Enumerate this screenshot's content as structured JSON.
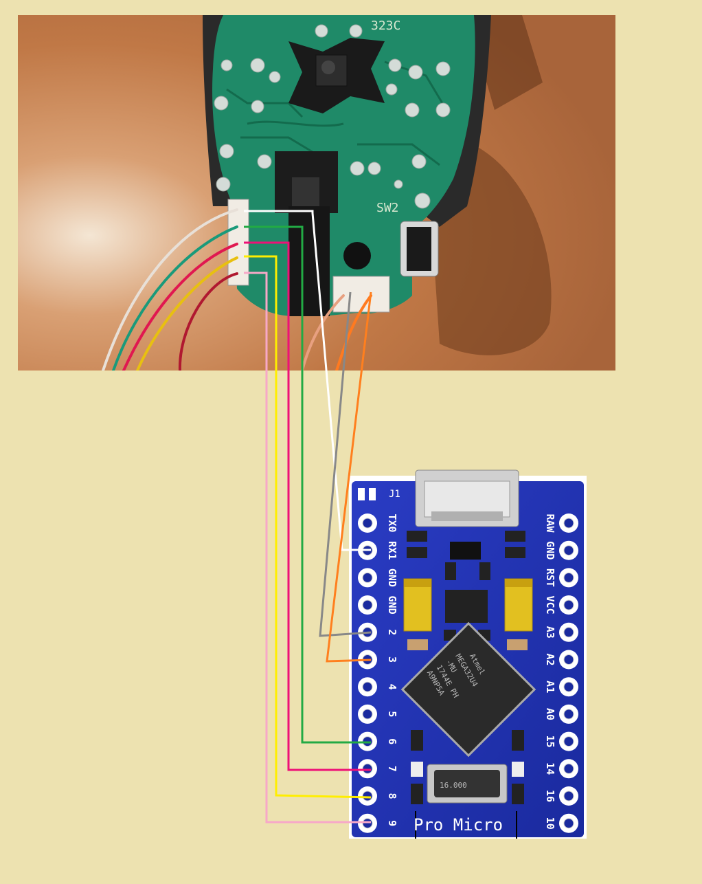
{
  "photo": {
    "pcb_silkscreen": "323C",
    "pcb_label_small": "SW2"
  },
  "board": {
    "name_label": "Pro Micro",
    "header_label": "J1",
    "chip_line1": "MEGA32U4",
    "chip_line2": "-MU",
    "chip_line3": "1744E PH",
    "chip_line4": "A9NP5A",
    "chip_logo": "Atmel",
    "crystal_label": "16.000",
    "left_pins": [
      "TX0",
      "RX1",
      "GND",
      "GND",
      "2",
      "3",
      "4",
      "5",
      "6",
      "7",
      "8",
      "9"
    ],
    "right_pins": [
      "RAW",
      "GND",
      "RST",
      "VCC",
      "A3",
      "A2",
      "A1",
      "A0",
      "15",
      "14",
      "16",
      "10"
    ]
  },
  "wires": [
    {
      "color": "#ffffff",
      "to_pin": "RX1"
    },
    {
      "color": "#888888",
      "to_pin": "2"
    },
    {
      "color": "#ff7f1e",
      "to_pin": "3"
    },
    {
      "color": "#22aa44",
      "to_pin": "6"
    },
    {
      "color": "#ee1177",
      "to_pin": "7"
    },
    {
      "color": "#ffee00",
      "to_pin": "8"
    },
    {
      "color": "#f7a8c8",
      "to_pin": "9"
    }
  ]
}
